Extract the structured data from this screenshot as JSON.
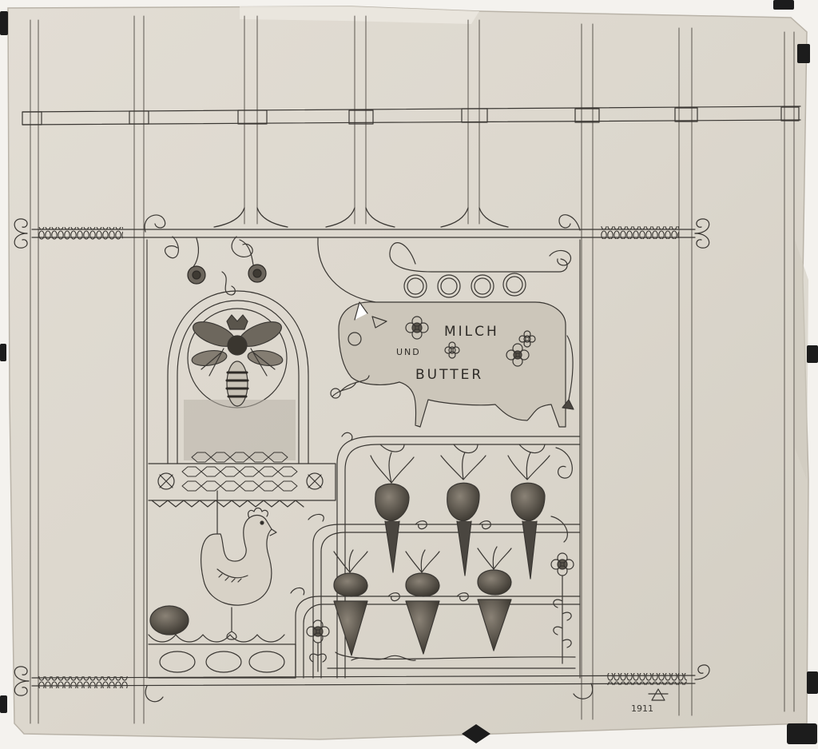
{
  "artwork": {
    "lettering": {
      "line1": "MILCH",
      "line2": "UND",
      "line3": "BUTTER"
    },
    "signature_mark": "1911",
    "colors": {
      "paper": "#ddd8cf",
      "paper_shadow": "#c9c3b8",
      "pencil": "#3a3733",
      "pencil_light": "#6b665f",
      "wash_dark": "#3e3a33",
      "wash_mid": "#7a7368",
      "clip": "#1c1c1c",
      "backdrop": "#f4f2ee"
    }
  }
}
